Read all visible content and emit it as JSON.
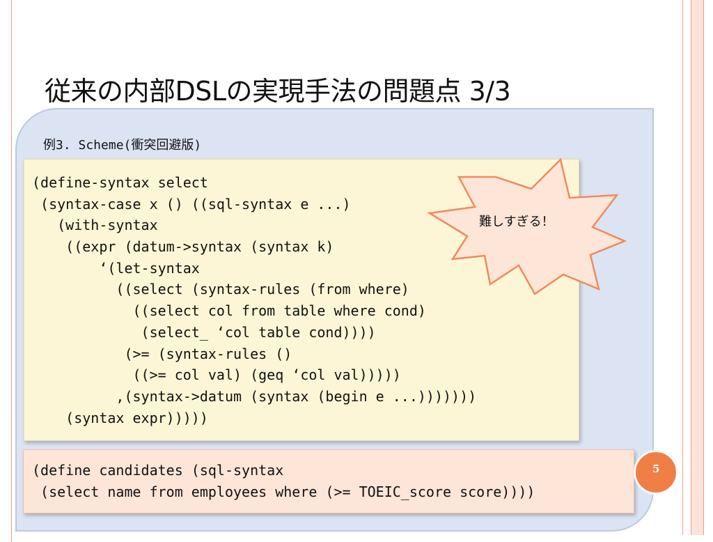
{
  "slide": {
    "title": "従来の内部DSLの実現手法の問題点 3/3",
    "example_heading": "例3. Scheme(衝突回避版)",
    "code_lines": [
      "(define-syntax select",
      " (syntax-case x () ((sql-syntax e ...)",
      "   (with-syntax",
      "    ((expr (datum->syntax (syntax k)",
      "        ‘(let-syntax",
      "          ((select (syntax-rules (from where)",
      "            ((select col from table where cond)",
      "             (select_ ‘col table cond))))",
      "           (>= (syntax-rules ()",
      "            ((>= col val) (geq ‘col val)))))",
      "          ,(syntax->datum (syntax (begin e ...)))))))",
      "    (syntax expr)))))"
    ],
    "callout_text": "難しすぎる！",
    "usage_lines": [
      "(define candidates (sql-syntax",
      " (select name from employees where (>= TOEIC_score score))))"
    ],
    "page_number": "5"
  },
  "colors": {
    "panel_fill": "#dce4f4",
    "code_box_fill": "#fcf6d6",
    "usage_box_fill": "#fde5d8",
    "callout_fill": "#fde5d8",
    "callout_stroke": "#ef8a5a",
    "accent_orange": "#ef7f45",
    "frame_line": "#e9a089"
  }
}
